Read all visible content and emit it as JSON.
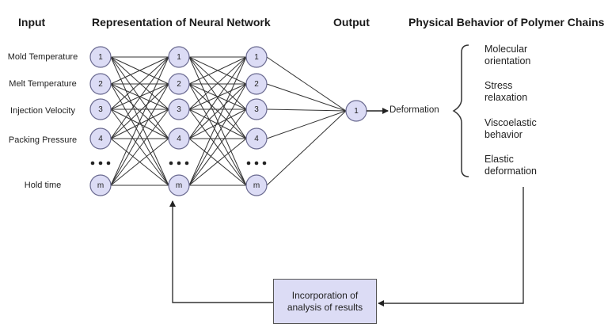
{
  "headers": {
    "input": "Input",
    "network": "Representation of Neural Network",
    "output": "Output",
    "physical": "Physical Behavior of Polymer Chains"
  },
  "inputs": [
    "Mold Temperature",
    "Melt Temperature",
    "Injection Velocity",
    "Packing Pressure",
    "Hold time"
  ],
  "network": {
    "hidden_layers": 3,
    "node_labels": [
      "1",
      "2",
      "3",
      "4",
      "m"
    ],
    "ellipsis": "• • •",
    "output_node_label": "1"
  },
  "output_label": "Deformation",
  "behaviors": [
    {
      "line1": "Molecular",
      "line2": "orientation"
    },
    {
      "line1": "Stress",
      "line2": "relaxation"
    },
    {
      "line1": "Viscoelastic",
      "line2": "behavior"
    },
    {
      "line1": "Elastic",
      "line2": "deformation"
    }
  ],
  "feedback_box": {
    "line1": "Incorporation of",
    "line2": "analysis of results"
  },
  "colors": {
    "node_fill": "#dcdcf5",
    "node_stroke": "#6a6a90",
    "line": "#333333"
  }
}
